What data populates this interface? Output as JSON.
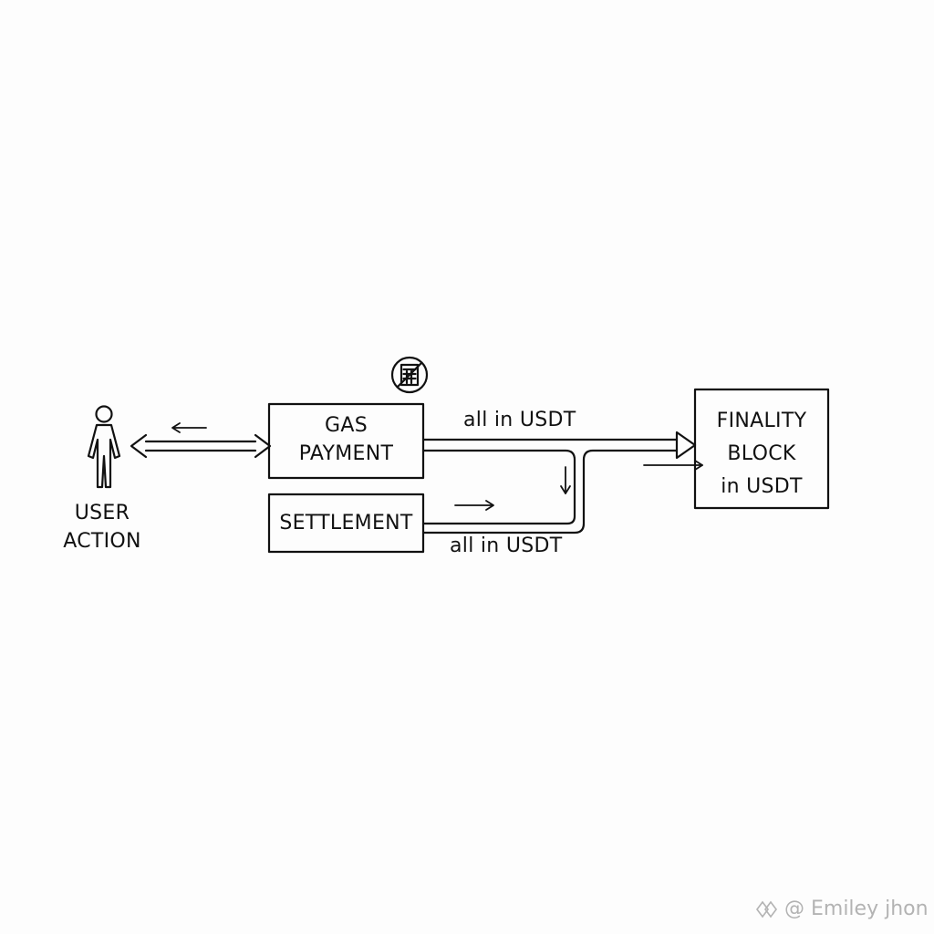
{
  "nodes": {
    "user": {
      "line1": "USER",
      "line2": "ACTION"
    },
    "gas_payment": {
      "line1": "GAS",
      "line2": "PAYMENT"
    },
    "settlement": {
      "label": "SETTLEMENT"
    },
    "finality_block": {
      "line1": "FINALITY",
      "line2": "BLOCK",
      "line3": "in USDT"
    }
  },
  "edges": {
    "top_label": "all in USDT",
    "bottom_label": "all in USDT"
  },
  "icons": {
    "person": "person-icon",
    "no_calculator": "no-calculator-icon",
    "watermark_logo": "diamond-logo-icon"
  },
  "watermark": {
    "text": "@ Emiley jhon"
  },
  "colors": {
    "ink": "#111111",
    "background": "#fdfdfd",
    "watermark": "#b3b3b3"
  }
}
